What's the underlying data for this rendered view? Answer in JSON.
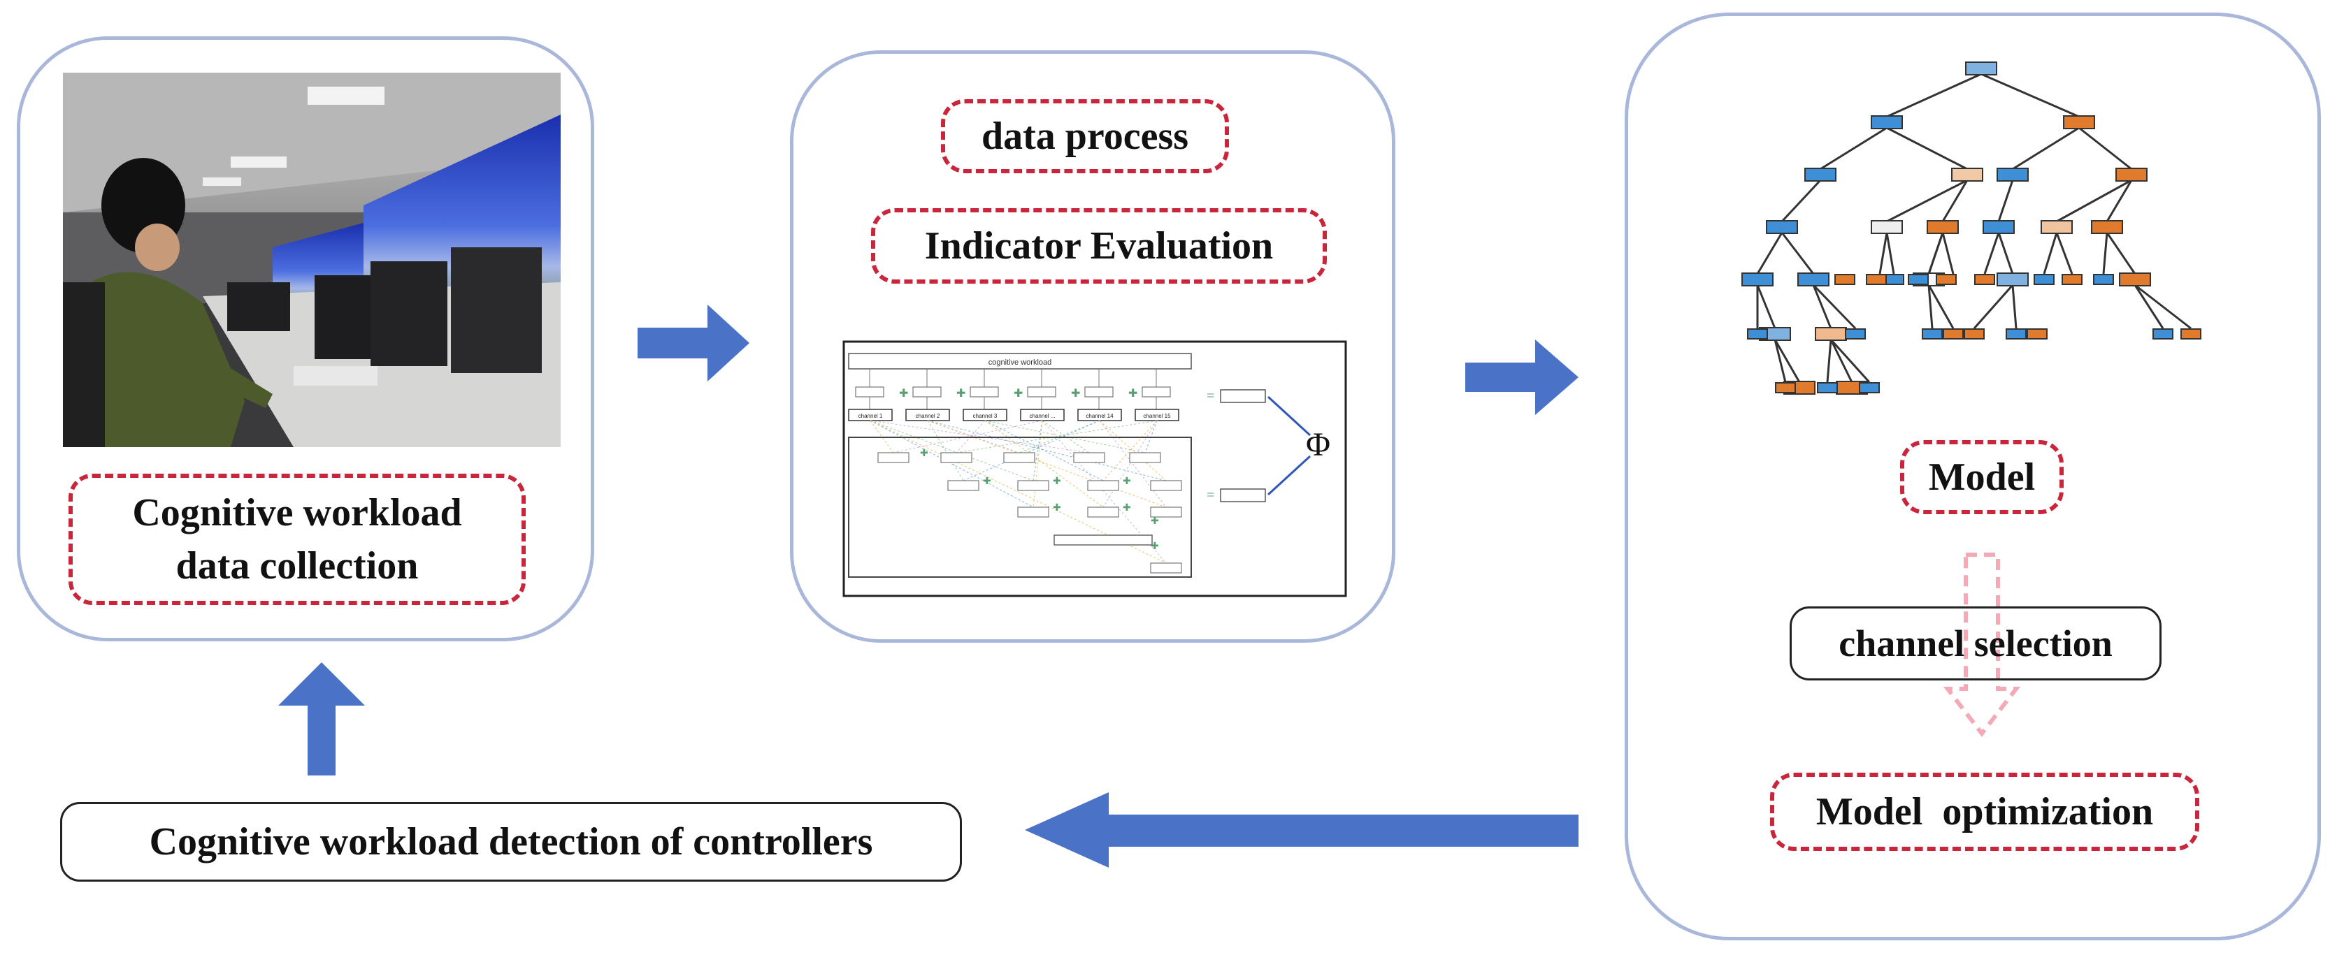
{
  "panel1": {
    "label": "Cognitive workload data collection"
  },
  "panel2": {
    "data_process": "data process",
    "indicator_evaluation": "Indicator Evaluation",
    "figure": {
      "title": "cognitive workload",
      "channels": [
        "channel 1",
        "channel 2",
        "channel 3",
        "channel ...",
        "channel 14",
        "channel 15"
      ],
      "phi": "Φ"
    }
  },
  "panel3": {
    "model": "Model",
    "channel_selection": "channel selection",
    "model_optimization": "Model  optimization"
  },
  "bottom": {
    "detection": "Cognitive workload detection of controllers"
  },
  "colors": {
    "panel_border": "#a9b8da",
    "dashed_border": "#c9253b",
    "arrow": "#4a72c7",
    "tree_blue": "#3f8fd6",
    "tree_orange": "#e07a2c"
  }
}
